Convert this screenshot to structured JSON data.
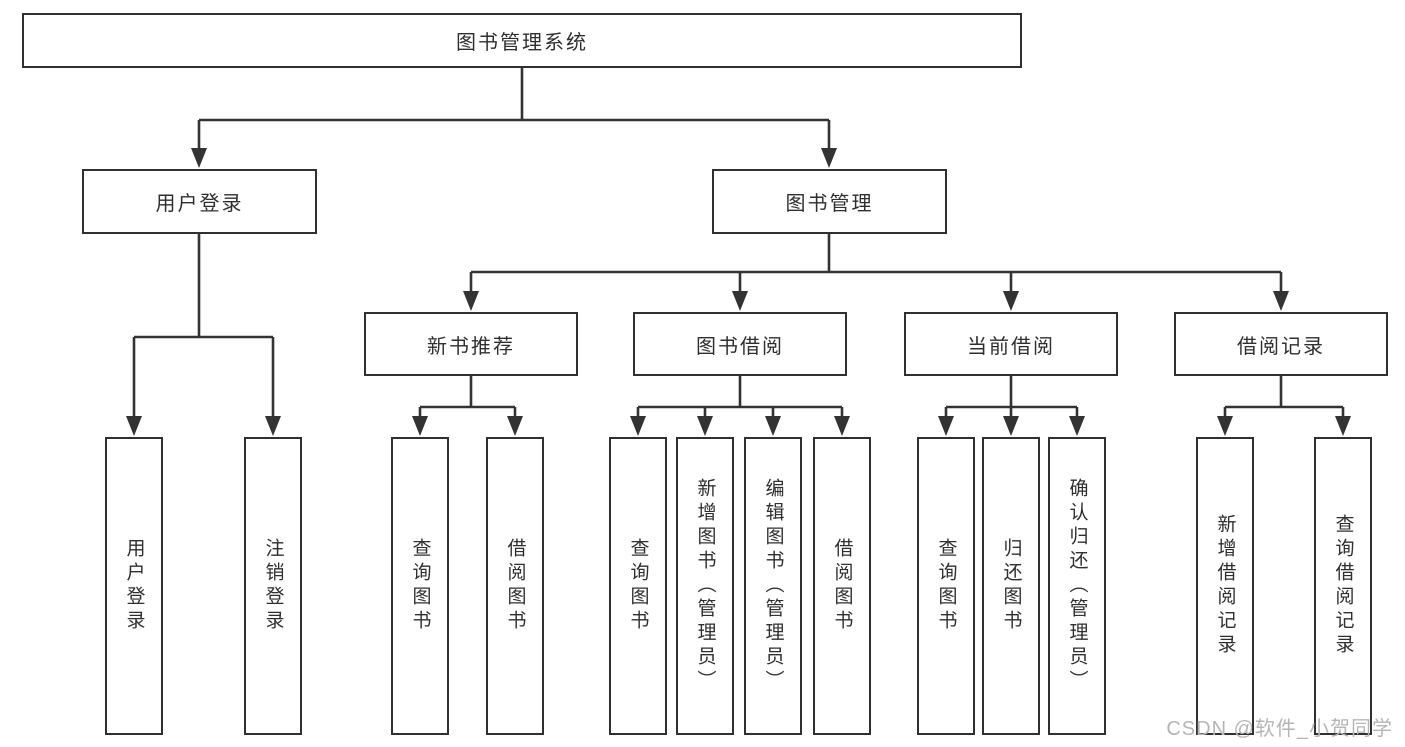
{
  "diagram": {
    "root": {
      "label": "图书管理系统"
    },
    "level2": [
      {
        "label": "用户登录"
      },
      {
        "label": "图书管理"
      }
    ],
    "level3": [
      {
        "label": "新书推荐"
      },
      {
        "label": "图书借阅"
      },
      {
        "label": "当前借阅"
      },
      {
        "label": "借阅记录"
      }
    ],
    "leaves": {
      "user_login": [
        {
          "label": "用户登录"
        },
        {
          "label": "注销登录"
        }
      ],
      "new_book_recommend": [
        {
          "label": "查询图书"
        },
        {
          "label": "借阅图书"
        }
      ],
      "book_borrow": [
        {
          "label": "查询图书"
        },
        {
          "label": "新增图书（管理员）"
        },
        {
          "label": "编辑图书（管理员）"
        },
        {
          "label": "借阅图书"
        }
      ],
      "current_borrow": [
        {
          "label": "查询图书"
        },
        {
          "label": "归还图书"
        },
        {
          "label": "确认归还（管理员）"
        }
      ],
      "borrow_records": [
        {
          "label": "新增借阅记录"
        },
        {
          "label": "查询借阅记录"
        }
      ]
    }
  },
  "watermark": "CSDN @软件_小贺同学",
  "colors": {
    "line": "#333333",
    "box_border": "#303030",
    "text": "#2f2f2f",
    "watermark": "#b5b5b5",
    "background": "#ffffff"
  }
}
